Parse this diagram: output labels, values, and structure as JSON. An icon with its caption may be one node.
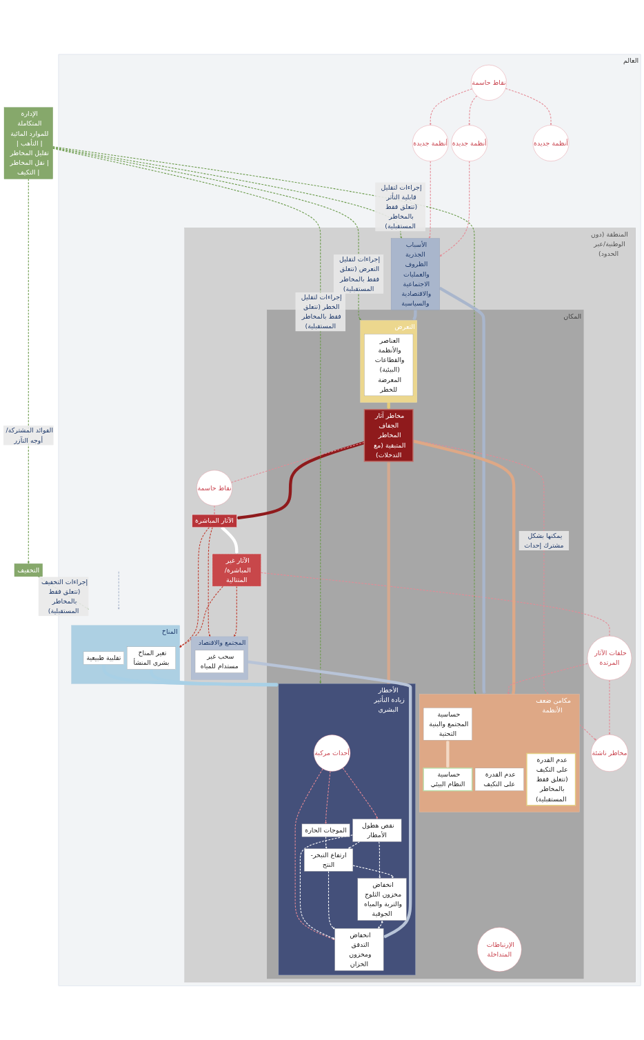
{
  "diagram": {
    "nodes": [
      {
        "text": [
          "الإدارة المتكاملة للموارد المائية | التأهب | تقليل المخاطر | نقل المخاطر | التكيف"
        ]
      },
      {
        "text": [
          "التخفيف"
        ]
      },
      {
        "text": [
          "العالم"
        ]
      },
      {
        "text": [
          "المنطقة (دون الوطنية/عبر الحدود)"
        ],
        "in": 2
      },
      {
        "text": [
          "المكان"
        ],
        "in": 3
      },
      {
        "text": [
          "الأسباب الجذرية",
          "الظروف والعمليات الاجتماعية والاقتصادية والسياسية"
        ],
        "in": 3
      },
      {
        "text": [
          "مكامن ضعف الأنظمة"
        ],
        "in": 4
      },
      {
        "text": [
          "حساسية المجتمع والبنية التحتية"
        ],
        "in": 6
      },
      {
        "text": [
          "حساسية النظام البيئي"
        ],
        "in": 6
      },
      {
        "text": [
          "عدم القدرة على التكيف"
        ],
        "in": 6
      },
      {
        "text": [
          "عدم القدرة على التكيف (تتعلق فقط بالمخاطر المستقبلية)"
        ],
        "in": 6
      },
      {
        "text": [
          "الإرتباطات المتداخلة"
        ],
        "in": 4
      },
      {
        "text": [
          "التعرض"
        ],
        "in": 4
      },
      {
        "text": [
          "العناصر والأنظمة والقطاعات (البيئية) المعرضة للخطر"
        ],
        "in": 12
      },
      {
        "text": [
          "مخاطر آثار الجفاف",
          "المخاطر المتبقية (مع التدخلات)"
        ],
        "in": 4
      },
      {
        "text": [
          "الأخطار",
          "زيادة التأثير البشري"
        ],
        "in": 4
      },
      {
        "text": [
          "أحداث مركبة"
        ],
        "in": 15
      },
      {
        "text": [
          "الموجات الحارة"
        ],
        "in": 15
      },
      {
        "text": [
          "نقص هطول الأمطار"
        ],
        "in": 15
      },
      {
        "text": [
          "ارتفاع التبخر-النتح"
        ],
        "in": 15
      },
      {
        "text": [
          "انخفاض مخزون الثلوج والتربة والمياه الجوفية"
        ],
        "in": 15
      },
      {
        "text": [
          "انخفاض التدفق ومخزون الخزان"
        ],
        "in": 15
      },
      {
        "text": [
          "المناخ"
        ],
        "in": 2
      },
      {
        "text": [
          "تقلبية طبيعية"
        ],
        "in": 22
      },
      {
        "text": [
          "تغير المناخ بشري المنشأ"
        ],
        "in": 22
      },
      {
        "text": [
          "المجتمع والاقتصاد"
        ],
        "in": 3
      },
      {
        "text": [
          "سحب غير مستدام للمياه"
        ],
        "in": 25
      },
      {
        "text": [
          "الآثار المباشرة"
        ],
        "in": 3
      },
      {
        "text": [
          "الآثار غير المباشرة/ المتتالية"
        ],
        "in": 3
      },
      {
        "text": [
          "نقاط حاسمة"
        ],
        "in": 3
      },
      {
        "text": [
          "مخاطر ناشئة"
        ],
        "in": 3
      },
      {
        "text": [
          "حلقات الآثار المرتدة"
        ],
        "in": 3
      },
      {
        "text": [
          "نقاط حاسمة"
        ],
        "in": 2
      },
      {
        "text": [
          "أنظمة جديدة"
        ],
        "in": 2
      },
      {
        "text": [
          "أنظمة جديدة"
        ],
        "in": 2
      },
      {
        "text": [
          "أنظمة جديدة"
        ],
        "in": 2
      }
    ],
    "edges": [
      {
        "from": 0,
        "to": 5,
        "arrow": "to",
        "style": "dashed",
        "color": "#6a9a4a",
        "label": "إجراءات لتقليل قابلية التأثر (تتعلق فقط بالمخاطر المستقبلية)"
      },
      {
        "from": 0,
        "to": 6,
        "arrow": "to",
        "style": "dashed",
        "color": "#6a9a4a"
      },
      {
        "from": 0,
        "to": 12,
        "arrow": "to",
        "style": "dashed",
        "color": "#6a9a4a",
        "label": "إجراءات لتقليل التعرض (تتعلق فقط بالمخاطر المستقبلية)"
      },
      {
        "from": 0,
        "to": 15,
        "arrow": "to",
        "style": "dashed",
        "color": "#6a9a4a",
        "label": "إجراءات لتقليل الخطر (تتعلق فقط بالمخاطر المستقبلية)"
      },
      {
        "from": 0,
        "to": 1,
        "arrow": "to",
        "style": "dashed",
        "color": "#6a9a4a",
        "label": "الفوائد المشتركة/ أوجه التآزر"
      },
      {
        "from": 1,
        "to": 22,
        "arrow": "to",
        "style": "dashed",
        "color": "#6a9a4a",
        "label": "إجراءات التخفيف (تتعلق فقط بالمخاطر المستقبلية)"
      },
      {
        "from": null,
        "to": 22,
        "arrow": "to",
        "style": "dashed",
        "color": "#a9b6cc"
      },
      {
        "from": 5,
        "to": 6,
        "arrow": "to",
        "style": "thick",
        "color": "#a9b6cc"
      },
      {
        "from": 5,
        "to": 12,
        "arrow": "to",
        "style": "thick",
        "color": "#a9b6cc"
      },
      {
        "from": 7,
        "to": 8,
        "arrow": "both",
        "style": "thick",
        "color": "#f3d9c4"
      },
      {
        "from": 6,
        "to": 14,
        "arrow": "to",
        "style": "thick",
        "color": "#dea886"
      },
      {
        "from": 12,
        "to": 14,
        "arrow": "to",
        "style": "thick",
        "color": "#e6cc7a"
      },
      {
        "from": 15,
        "to": 14,
        "arrow": "to",
        "style": "thick",
        "color": "#d4a990"
      },
      {
        "from": 23,
        "to": 15,
        "arrow": "to",
        "style": "thick",
        "color": "#a8d0e6"
      },
      {
        "from": 24,
        "to": 15,
        "arrow": "to",
        "style": "thick",
        "color": "#a8d0e6"
      },
      {
        "from": 25,
        "to": 21,
        "arrow": "to",
        "style": "thick",
        "color": "#b8c4d8"
      },
      {
        "from": 16,
        "to": 17,
        "arrow": "to",
        "style": "dashed",
        "color": "#e58a95"
      },
      {
        "from": 16,
        "to": 18,
        "arrow": "to",
        "style": "dashed",
        "color": "#e58a95"
      },
      {
        "from": 16,
        "to": 21,
        "arrow": "to",
        "style": "dashed",
        "color": "#e58a95"
      },
      {
        "from": 17,
        "to": 19,
        "arrow": "to",
        "style": "dashed",
        "color": "#ffffff"
      },
      {
        "from": 18,
        "to": 19,
        "arrow": "to",
        "style": "dashed",
        "color": "#ffffff"
      },
      {
        "from": 18,
        "to": 20,
        "arrow": "to",
        "style": "dashed",
        "color": "#ffffff"
      },
      {
        "from": 18,
        "to": 21,
        "arrow": "to",
        "style": "dashed",
        "color": "#ffffff"
      },
      {
        "from": 19,
        "to": 20,
        "arrow": "to",
        "style": "dashed",
        "color": "#ffffff"
      },
      {
        "from": 19,
        "to": 21,
        "arrow": "to",
        "style": "dashed",
        "color": "#ffffff"
      },
      {
        "from": 20,
        "to": 21,
        "arrow": "both",
        "style": "dashed",
        "color": "#ffffff"
      },
      {
        "from": 14,
        "to": 27,
        "arrow": "to",
        "style": "thick",
        "color": "#8f1a1c"
      },
      {
        "from": 27,
        "to": 28,
        "arrow": "to",
        "style": "thick",
        "color": "#ffffff"
      },
      {
        "from": 14,
        "to": 29,
        "arrow": "none",
        "style": "dashed",
        "color": "#e58a95"
      },
      {
        "from": 29,
        "to": 27,
        "arrow": "to",
        "style": "dashed",
        "color": "#e58a95"
      },
      {
        "from": 14,
        "to": 30,
        "arrow": "to",
        "style": "dashed",
        "color": "#e58a95",
        "label": "يمكنها بشكل مشترك إحداث"
      },
      {
        "from": 28,
        "to": 31,
        "arrow": "none",
        "style": "dashed",
        "color": "#e58a95"
      },
      {
        "from": 31,
        "to": 6,
        "arrow": "to",
        "style": "dashed",
        "color": "#e58a95"
      },
      {
        "from": 31,
        "to": 30,
        "arrow": "to",
        "style": "dashed",
        "color": "#e58a95"
      },
      {
        "from": 32,
        "to": 33,
        "arrow": "to",
        "style": "dashed",
        "color": "#e58a95"
      },
      {
        "from": 32,
        "to": 34,
        "arrow": "to",
        "style": "dashed",
        "color": "#e58a95"
      },
      {
        "from": 32,
        "to": 35,
        "arrow": "to",
        "style": "dashed",
        "color": "#e58a95"
      },
      {
        "from": 33,
        "to": 5,
        "arrow": "to",
        "style": "dashed",
        "color": "#e58a95"
      },
      {
        "from": 34,
        "to": 5,
        "arrow": "to",
        "style": "dashed",
        "color": "#e58a95"
      },
      {
        "from": 27,
        "to": 25,
        "arrow": "to",
        "style": "dashed",
        "color": "#c0392b"
      },
      {
        "from": 28,
        "to": 25,
        "arrow": "to",
        "style": "dashed",
        "color": "#c0392b"
      },
      {
        "from": 27,
        "to": 22,
        "arrow": "to",
        "style": "dashed",
        "color": "#c0392b"
      },
      {
        "from": 28,
        "to": 22,
        "arrow": "to",
        "style": "dashed",
        "color": "#c0392b"
      }
    ]
  }
}
